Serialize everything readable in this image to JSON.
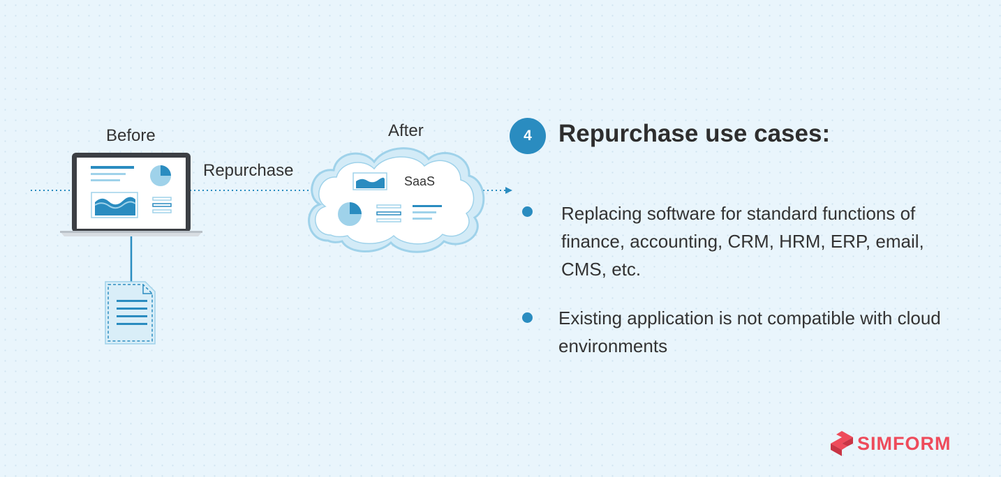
{
  "diagram": {
    "before_label": "Before",
    "after_label": "After",
    "arrow_label": "Repurchase",
    "cloud_label": "SaaS"
  },
  "step": {
    "number": "4",
    "title": "Repurchase use cases:"
  },
  "bullets": [
    {
      "text": "Replacing software for standard functions of finance, accounting, CRM, HRM, ERP, email, CMS, etc."
    },
    {
      "text": "Existing application is not compatible with cloud environments"
    }
  ],
  "brand": {
    "name": "SIMFORM",
    "color": "#ee4b5b"
  },
  "colors": {
    "accent": "#2a8cc0",
    "light_accent": "#9fd2ea",
    "background": "#e9f5fc"
  }
}
